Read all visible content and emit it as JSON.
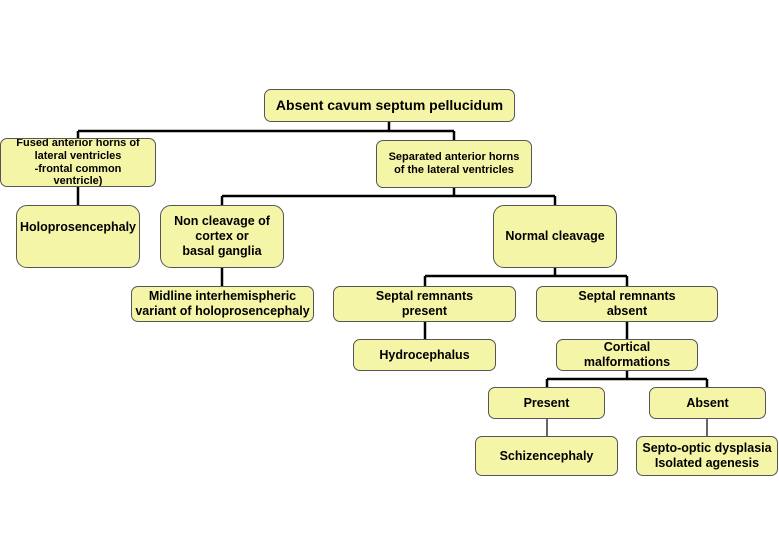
{
  "diagram": {
    "colors": {
      "box_fill": "#f5f5a8",
      "box_border": "#555555",
      "line": "#000000"
    },
    "nodes": {
      "root": "Absent cavum septum pellucidum",
      "fused_horns": "Fused anterior horns of\nlateral ventricles\n-frontal common\nventricle)",
      "separated_horns": "Separated anterior horns\nof the lateral ventricles",
      "holoprosencephaly": "Holoprosencephaly",
      "non_cleavage": "Non cleavage of\ncortex or\nbasal ganglia",
      "normal_cleavage": "Normal cleavage",
      "midline_variant": "Midline interhemispheric\nvariant of holoprosencephaly",
      "septal_present": "Septal remnants\npresent",
      "septal_absent": "Septal remnants\nabsent",
      "hydrocephalus": "Hydrocephalus",
      "cortical_malformations": "Cortical\nmalformations",
      "present": "Present",
      "absent": "Absent",
      "schizencephaly": "Schizencephaly",
      "septo_optic": "Septo-optic dysplasia\nIsolated agenesis"
    }
  }
}
